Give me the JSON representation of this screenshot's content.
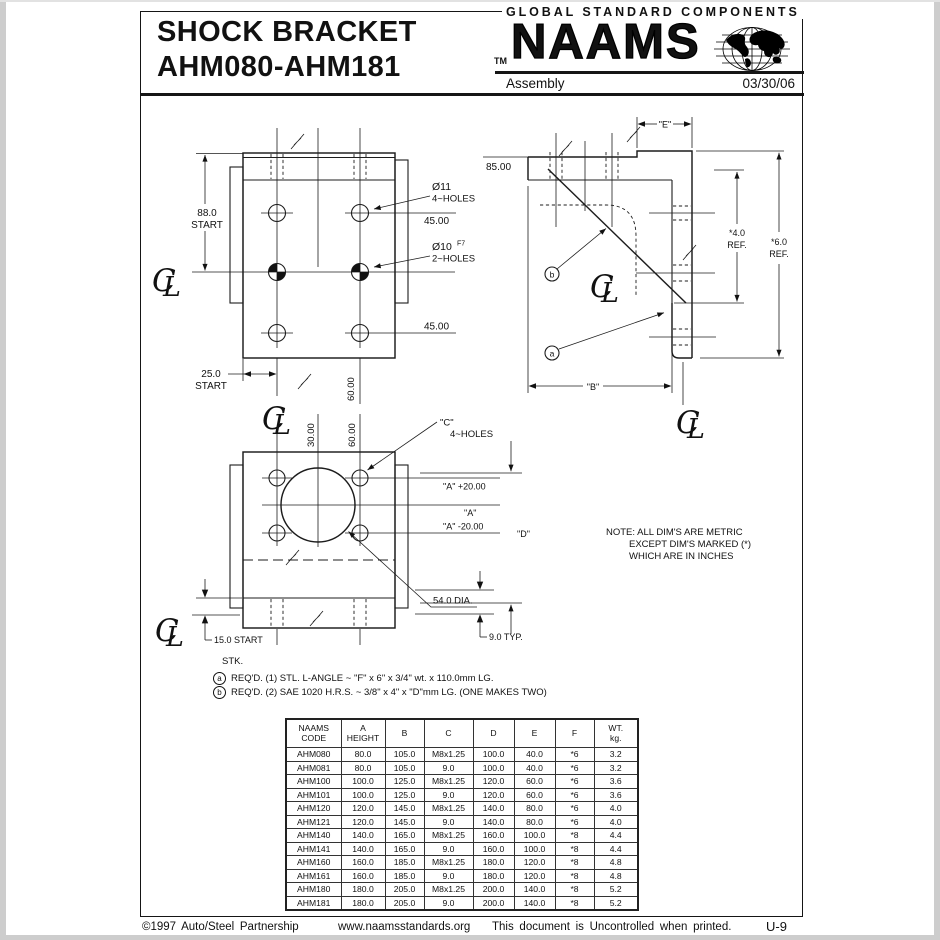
{
  "header": {
    "title_line1": "SHOCK BRACKET",
    "title_line2": "AHM080-AHM181",
    "brand_top": "GLOBAL STANDARD COMPONENTS",
    "trademark": "TM",
    "brand": "NAAMS",
    "doc_type": "Assembly",
    "date": "03/30/06"
  },
  "centerline": {
    "c": "C",
    "l": "L"
  },
  "front_view": {
    "dim_88": "88.0",
    "dim_88_sub": "START",
    "hole1_dia": "Ø11",
    "hole1_count": "4~HOLES",
    "dim_45_top": "45.00",
    "hole2_dia": "Ø10",
    "hole2_fit": "F7",
    "hole2_count": "2~HOLES",
    "dim_45_bottom": "45.00",
    "dim_25": "25.0",
    "dim_25_sub": "START",
    "dim_60": "60.00"
  },
  "side_view": {
    "dim_e": "\"E\"",
    "dim_85": "85.00",
    "balloon_b": "b",
    "balloon_a": "a",
    "dim_4": "*4.0",
    "dim_4_ref": "REF.",
    "dim_6": "*6.0",
    "dim_6_ref": "REF.",
    "dim_b": "\"B\""
  },
  "bottom_view": {
    "dim_30": "30.00",
    "dim_60": "60.00",
    "hole_c": "\"C\"",
    "hole_c_count": "4~HOLES",
    "a_plus": "\"A\" +20.00",
    "a_mid": "\"A\"",
    "a_minus": "\"A\" -20.00",
    "dim_d": "\"D\"",
    "dia": "54.0 DIA.",
    "typ": "9.0 TYP.",
    "start15": "15.0 START"
  },
  "note": {
    "line1": "NOTE: ALL DIM'S ARE METRIC",
    "line2": "EXCEPT DIM'S MARKED (*)",
    "line3": "WHICH ARE IN INCHES"
  },
  "stock": {
    "label": "STK.",
    "a_key": "a",
    "a_text": "REQ'D. (1) STL. L-ANGLE ~ \"F\" x 6\" x 3/4\" wt. x 110.0mm LG.",
    "b_key": "b",
    "b_text": "REQ'D. (2) SAE 1020 H.R.S. ~ 3/8\" x 4\" x \"D\"mm LG. (ONE MAKES TWO)"
  },
  "table": {
    "headers": [
      {
        "l1": "NAAMS",
        "l2": "CODE"
      },
      {
        "l1": "A",
        "l2": "HEIGHT"
      },
      {
        "l1": "B",
        "l2": ""
      },
      {
        "l1": "C",
        "l2": ""
      },
      {
        "l1": "D",
        "l2": ""
      },
      {
        "l1": "E",
        "l2": ""
      },
      {
        "l1": "F",
        "l2": ""
      },
      {
        "l1": "WT.",
        "l2": "kg."
      }
    ],
    "rows": [
      [
        "AHM080",
        "80.0",
        "105.0",
        "M8x1.25",
        "100.0",
        "40.0",
        "*6",
        "3.2"
      ],
      [
        "AHM081",
        "80.0",
        "105.0",
        "9.0",
        "100.0",
        "40.0",
        "*6",
        "3.2"
      ],
      [
        "AHM100",
        "100.0",
        "125.0",
        "M8x1.25",
        "120.0",
        "60.0",
        "*6",
        "3.6"
      ],
      [
        "AHM101",
        "100.0",
        "125.0",
        "9.0",
        "120.0",
        "60.0",
        "*6",
        "3.6"
      ],
      [
        "AHM120",
        "120.0",
        "145.0",
        "M8x1.25",
        "140.0",
        "80.0",
        "*6",
        "4.0"
      ],
      [
        "AHM121",
        "120.0",
        "145.0",
        "9.0",
        "140.0",
        "80.0",
        "*6",
        "4.0"
      ],
      [
        "AHM140",
        "140.0",
        "165.0",
        "M8x1.25",
        "160.0",
        "100.0",
        "*8",
        "4.4"
      ],
      [
        "AHM141",
        "140.0",
        "165.0",
        "9.0",
        "160.0",
        "100.0",
        "*8",
        "4.4"
      ],
      [
        "AHM160",
        "160.0",
        "185.0",
        "M8x1.25",
        "180.0",
        "120.0",
        "*8",
        "4.8"
      ],
      [
        "AHM161",
        "160.0",
        "185.0",
        "9.0",
        "180.0",
        "120.0",
        "*8",
        "4.8"
      ],
      [
        "AHM180",
        "180.0",
        "205.0",
        "M8x1.25",
        "200.0",
        "140.0",
        "*8",
        "5.2"
      ],
      [
        "AHM181",
        "180.0",
        "205.0",
        "9.0",
        "200.0",
        "140.0",
        "*8",
        "5.2"
      ]
    ]
  },
  "footer": {
    "copyright": "©1997  Auto/Steel  Partnership",
    "website": "www.naamsstandards.org",
    "notice": "This  document  is  Uncontrolled  when  printed.",
    "page": "U-9"
  },
  "colors": {
    "line": "#1c1c1c",
    "paper": "#ffffff",
    "edge": "#cdcdcd"
  }
}
